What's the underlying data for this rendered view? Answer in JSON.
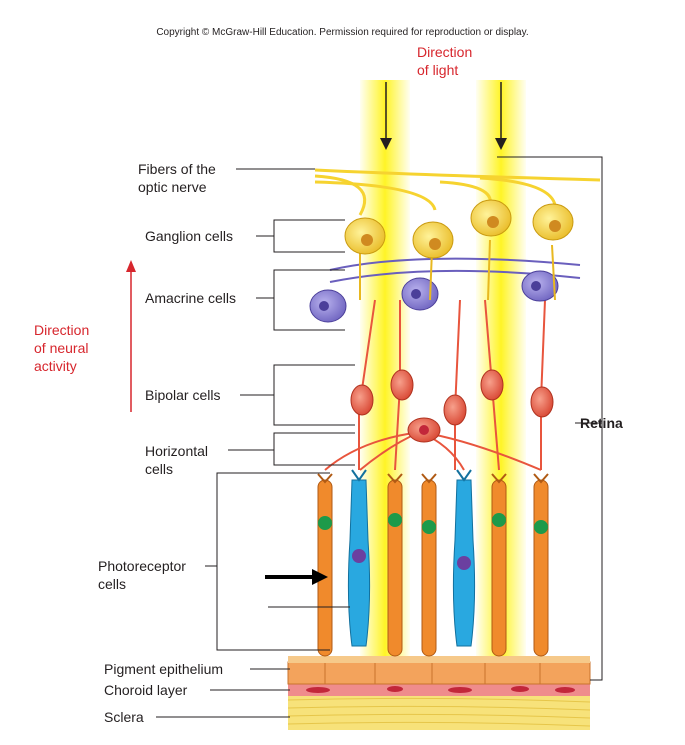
{
  "copyright": "Copyright © McGraw-Hill Education. Permission required for reproduction or display.",
  "direction_of_light": "Direction\nof light",
  "direction_of_neural_activity": "Direction\nof neural\nactivity",
  "labels": {
    "fibers": "Fibers of the\noptic nerve",
    "ganglion": "Ganglion cells",
    "amacrine": "Amacrine cells",
    "bipolar": "Bipolar cells",
    "horizontal": "Horizontal\ncells",
    "photoreceptor": "Photoreceptor\ncells",
    "pigment": "Pigment epithelium",
    "choroid": "Choroid layer",
    "sclera": "Sclera",
    "retina": "Retina"
  },
  "colors": {
    "light_beam": "#fff200",
    "ganglion": "#f6d330",
    "amacrine": "#8a7fd0",
    "bipolar": "#e8553d",
    "rod": "#f08a2c",
    "cone": "#29a8e0",
    "nucleus_green": "#1d9a4a",
    "pigment": "#f3a35c",
    "choroid": "#ef8c8c",
    "sclera": "#f7e27a",
    "label_red": "#d7262d"
  }
}
